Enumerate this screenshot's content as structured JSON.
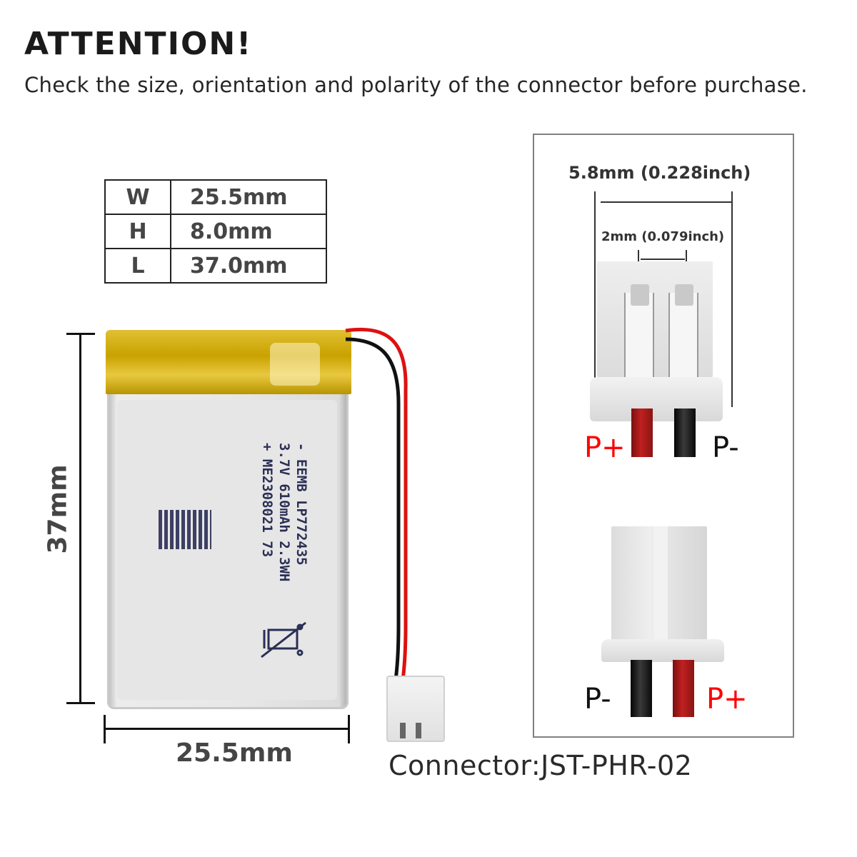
{
  "header": {
    "title": "ATTENTION!",
    "subtitle": "Check the size, orientation and polarity of the connector before purchase."
  },
  "spec_table": {
    "rows": [
      {
        "key": "W",
        "value": "25.5mm"
      },
      {
        "key": "H",
        "value": "8.0mm"
      },
      {
        "key": "L",
        "value": "37.0mm"
      }
    ]
  },
  "battery": {
    "dimension_length": "37mm",
    "dimension_width": "25.5mm",
    "label_lines": [
      "- EEMB LP772435",
      "  3.7V 610mAh 2.3WH",
      "+ ME2308021 73"
    ],
    "icons": [
      "datamatrix-code",
      "weee-crossed-bin"
    ]
  },
  "connector": {
    "caption": "Connector:JST-PHR-02",
    "pitch_outer": "5.8mm (0.228inch)",
    "pitch_inner": "2mm (0.079inch)",
    "top_view": {
      "left_label": "P+",
      "right_label": "P-"
    },
    "bottom_view": {
      "left_label": "P-",
      "right_label": "P+"
    }
  },
  "colors": {
    "positive": "#ff0000",
    "negative": "#111111",
    "panel_border": "#808080",
    "dim_text": "#454545",
    "label_ink": "#2b2f55",
    "kapton": "#c9a200"
  }
}
